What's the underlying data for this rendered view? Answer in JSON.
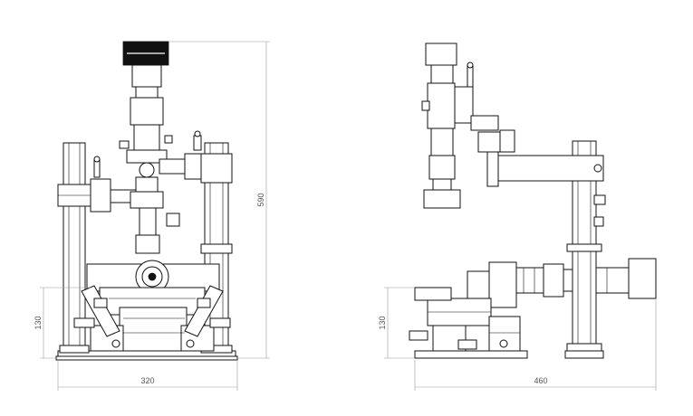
{
  "dimensions": {
    "front_height": "590",
    "front_base_height": "130",
    "front_width": "320",
    "side_base_height": "130",
    "side_width": "460"
  },
  "colors": {
    "line": "#111111",
    "dimension": "#9a9a9a",
    "background": "#ffffff"
  }
}
